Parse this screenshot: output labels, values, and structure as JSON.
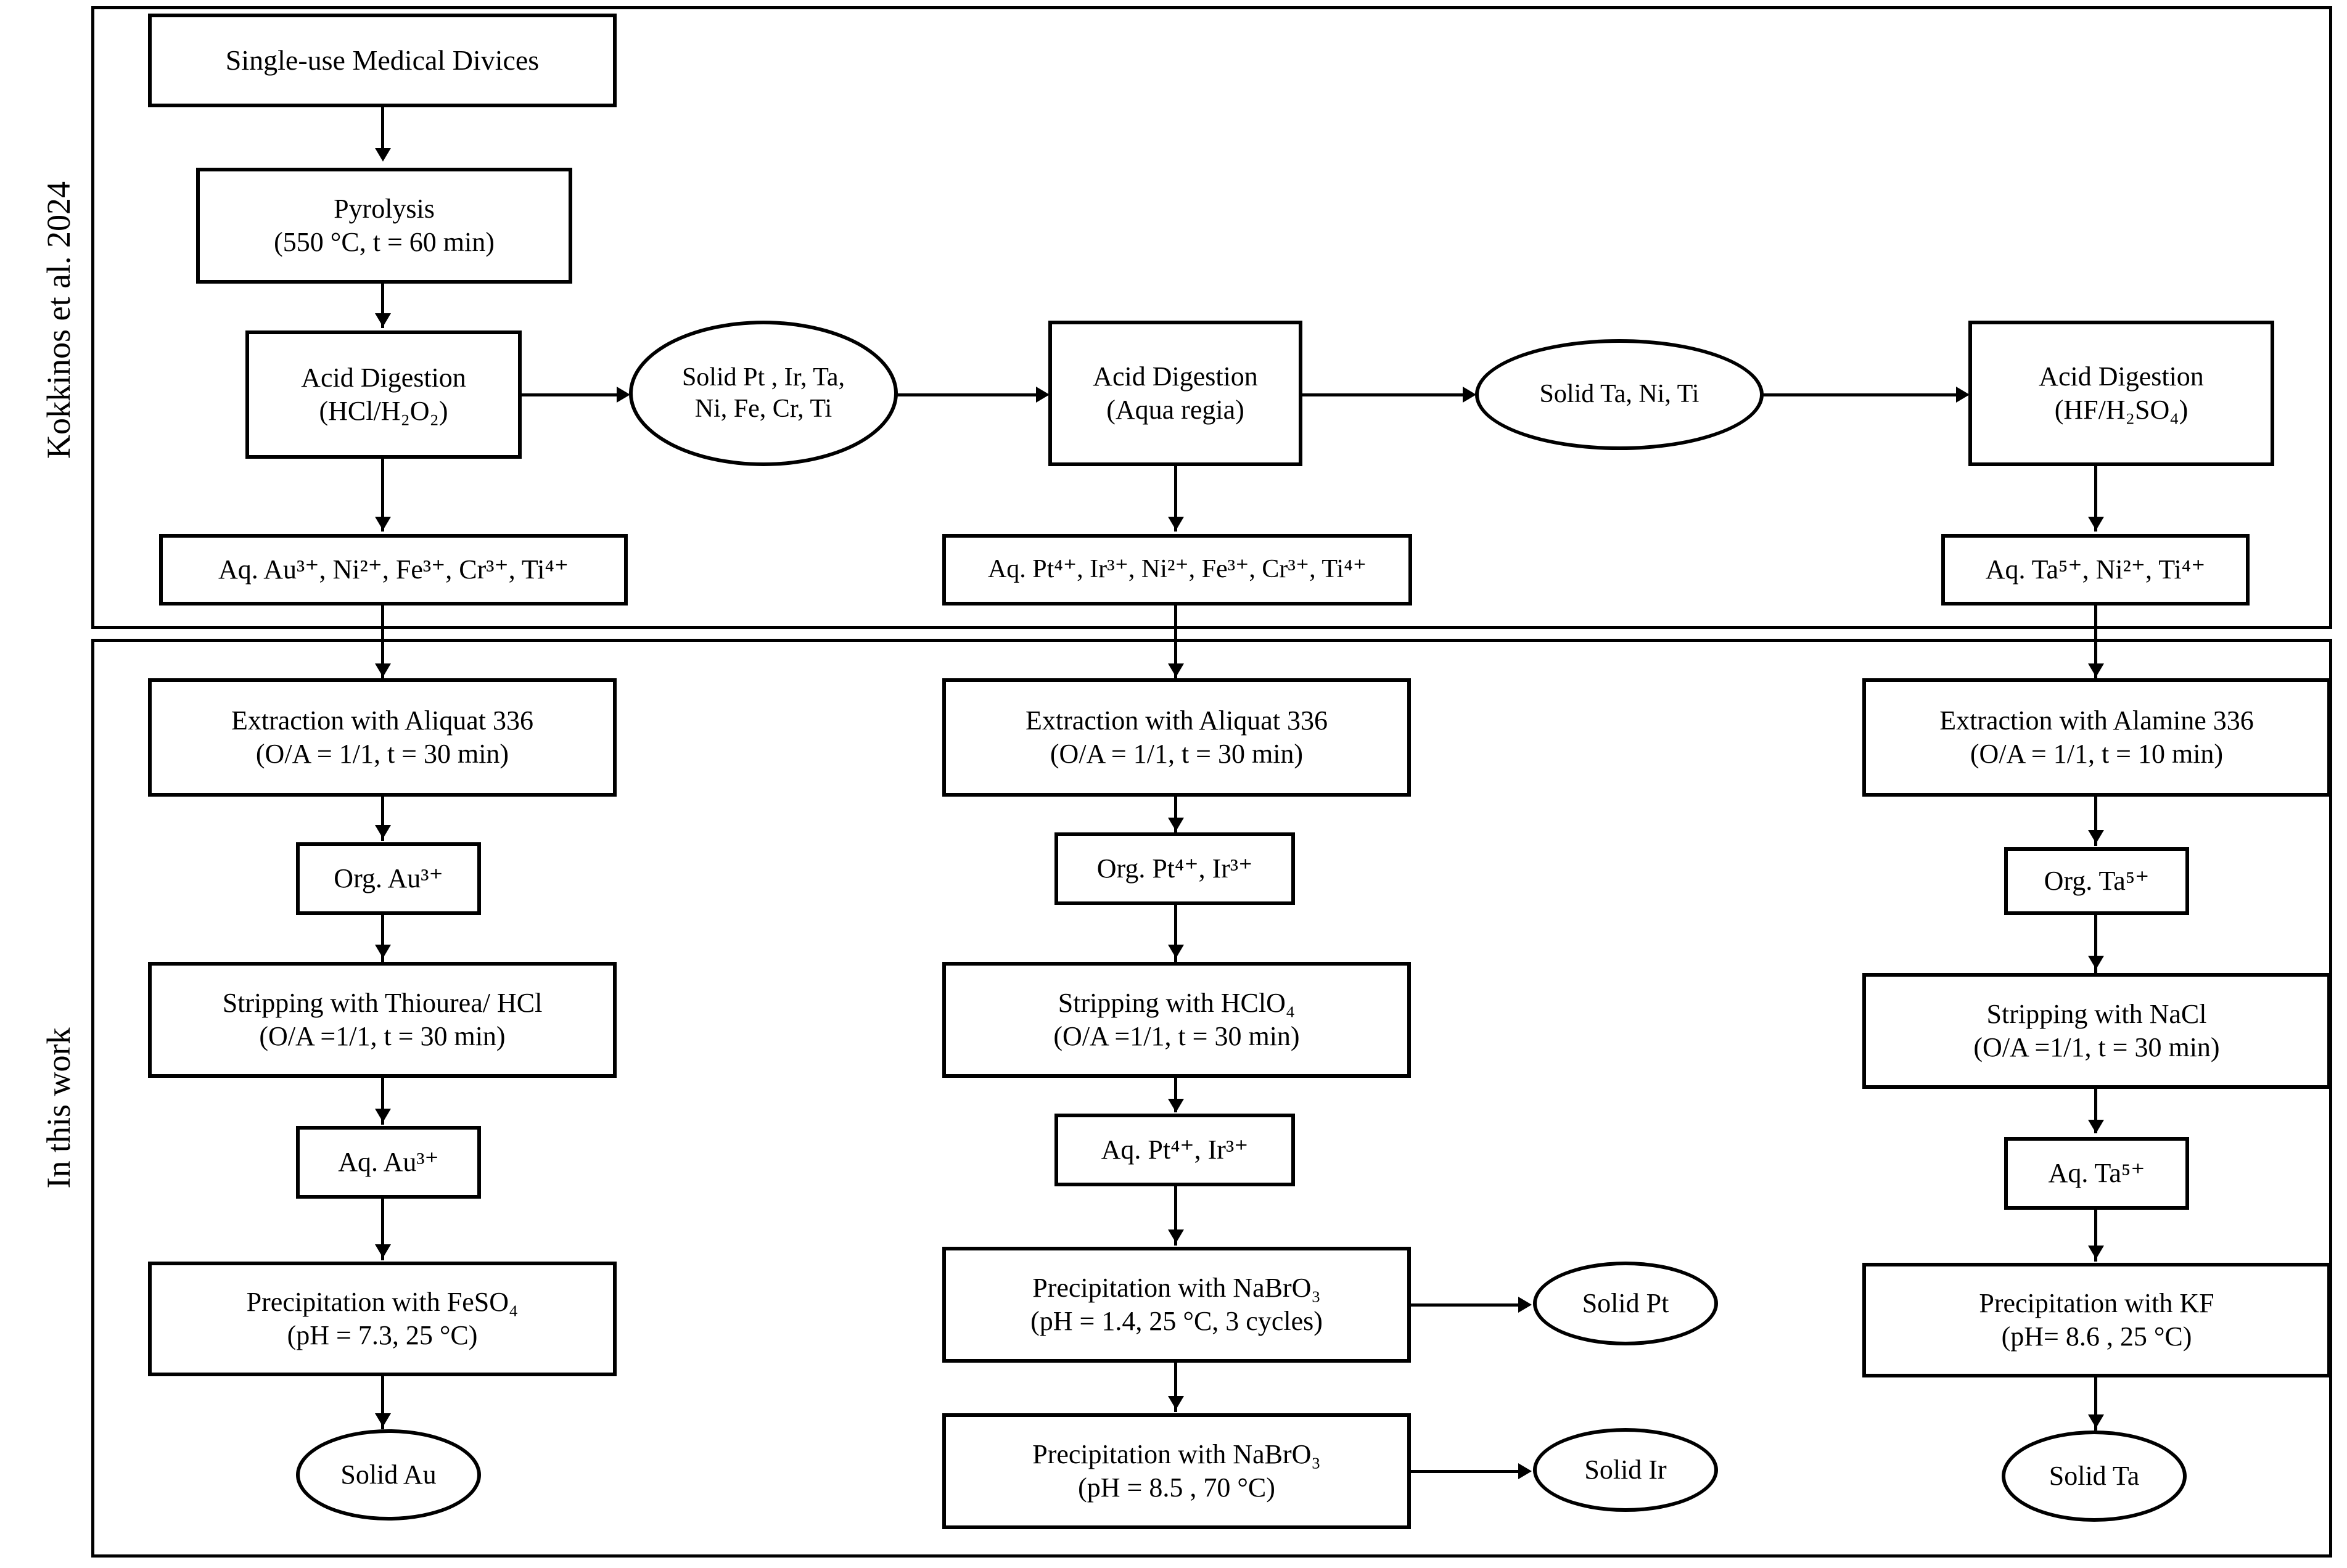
{
  "figure": {
    "type": "process-flowchart",
    "sections": [
      {
        "id": "prior-work",
        "label": "Kokkinos et al. 2024"
      },
      {
        "id": "this-work",
        "label": "In this work"
      }
    ]
  },
  "nodes": {
    "source": {
      "line1": "Single-use Medical Divices"
    },
    "pyrolysis": {
      "line1": "Pyrolysis",
      "line2": "(550 °C, t = 60 min)"
    },
    "acid1": {
      "line1": "Acid Digestion",
      "line2": "(HCl/H₂O₂)"
    },
    "solid1": {
      "line1": "Solid Pt , Ir, Ta,",
      "line2": "Ni, Fe, Cr, Ti"
    },
    "acid2": {
      "line1": "Acid Digestion",
      "line2": "(Aqua regia)"
    },
    "solid2": {
      "line1": "Solid Ta, Ni, Ti"
    },
    "acid3": {
      "line1": "Acid Digestion",
      "line2": "(HF/H₂SO₄)"
    },
    "aq1": {
      "line1": "Aq. Au³⁺, Ni²⁺, Fe³⁺, Cr³⁺, Ti⁴⁺"
    },
    "aq2": {
      "line1": "Aq. Pt⁴⁺, Ir³⁺, Ni²⁺, Fe³⁺, Cr³⁺, Ti⁴⁺"
    },
    "aq3": {
      "line1": "Aq. Ta⁵⁺, Ni²⁺, Ti⁴⁺"
    },
    "extract_left": {
      "line1": "Extraction with Aliquat 336",
      "line2": "(O/A = 1/1, t = 30 min)"
    },
    "org_left": {
      "line1": "Org. Au³⁺"
    },
    "strip_left": {
      "line1": "Stripping with Thiourea/ HCl",
      "line2": "(O/A =1/1, t = 30 min)"
    },
    "aqleft": {
      "line1": "Aq. Au³⁺"
    },
    "precip_left": {
      "line1": "Precipitation with FeSO₄",
      "line2": "(pH = 7.3, 25 °C)"
    },
    "solid_au": {
      "line1": "Solid Au"
    },
    "extract_mid": {
      "line1": "Extraction with Aliquat 336",
      "line2": "(O/A = 1/1, t = 30 min)"
    },
    "org_mid": {
      "line1": "Org. Pt⁴⁺, Ir³⁺"
    },
    "strip_mid": {
      "line1": "Stripping with HClO₄",
      "line2": "(O/A =1/1, t = 30 min)"
    },
    "aqmid": {
      "line1": "Aq. Pt⁴⁺, Ir³⁺"
    },
    "precip_mid1": {
      "line1": "Precipitation with NaBrO₃",
      "line2": "(pH = 1.4, 25 °C, 3 cycles)"
    },
    "solid_pt": {
      "line1": "Solid Pt"
    },
    "precip_mid2": {
      "line1": "Precipitation with NaBrO₃",
      "line2": "(pH = 8.5 , 70 °C)"
    },
    "solid_ir": {
      "line1": "Solid Ir"
    },
    "extract_right": {
      "line1": "Extraction with Alamine 336",
      "line2": "(O/A = 1/1, t = 10 min)"
    },
    "org_right": {
      "line1": "Org. Ta⁵⁺"
    },
    "strip_right": {
      "line1": "Stripping with NaCl",
      "line2": "(O/A =1/1, t = 30 min)"
    },
    "aqright": {
      "line1": "Aq. Ta⁵⁺"
    },
    "precip_right": {
      "line1": "Precipitation with KF",
      "line2": "(pH= 8.6 , 25 °C)"
    },
    "solid_ta": {
      "line1": "Solid Ta"
    }
  },
  "colors": {
    "stroke": "#000000",
    "background": "#ffffff"
  }
}
